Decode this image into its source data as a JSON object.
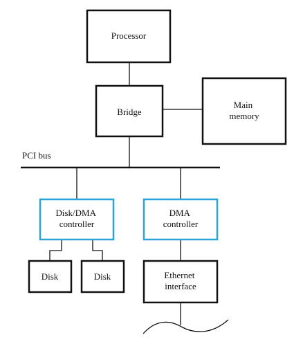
{
  "colors": {
    "box_border": "#111111",
    "dma_box_border": "#29a3d8",
    "line": "#111111"
  },
  "labels": {
    "processor": [
      "Processor"
    ],
    "bridge": [
      "Bridge"
    ],
    "main_memory": [
      "Main",
      "memory"
    ],
    "pci_bus": "PCI bus",
    "disk_dma_controller": [
      "Disk/DMA",
      "controller"
    ],
    "dma_controller": [
      "DMA",
      "controller"
    ],
    "disk_left": [
      "Disk"
    ],
    "disk_right": [
      "Disk"
    ],
    "ethernet_interface": [
      "Ethernet",
      "interface"
    ]
  }
}
